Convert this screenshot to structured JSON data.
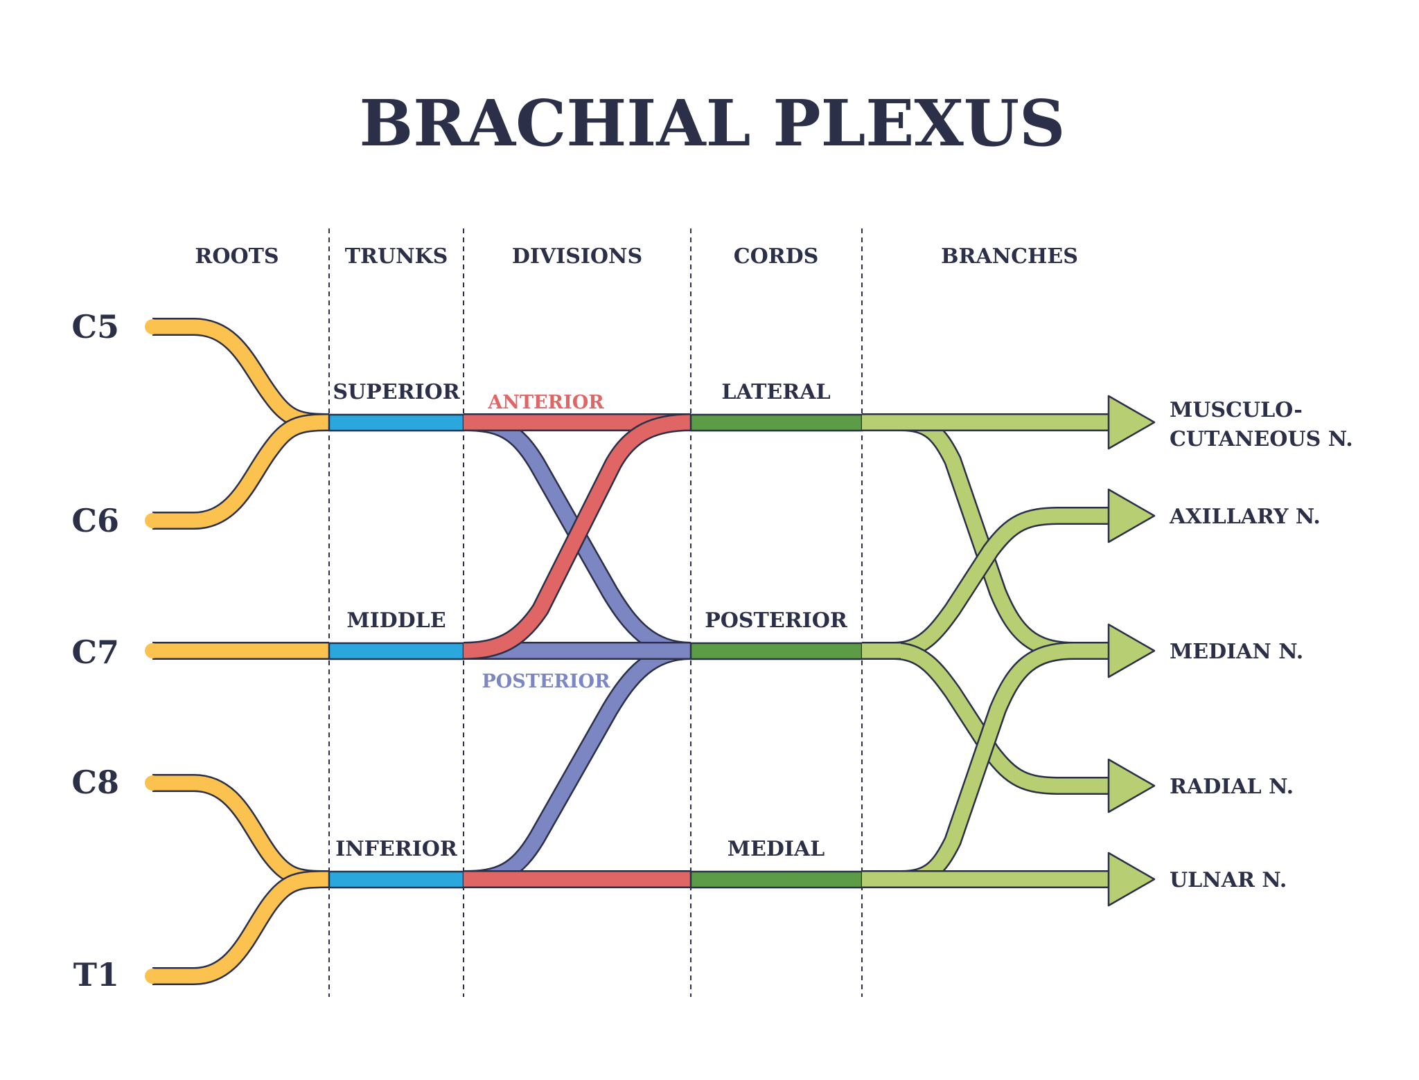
{
  "title": "BRACHIAL PLEXUS",
  "columns": {
    "roots": "ROOTS",
    "trunks": "TRUNKS",
    "divisions": "DIVISIONS",
    "cords": "CORDS",
    "branches": "BRANCHES"
  },
  "roots": [
    "C5",
    "C6",
    "C7",
    "C8",
    "T1"
  ],
  "trunks": {
    "superior": "SUPERIOR",
    "middle": "MIDDLE",
    "inferior": "INFERIOR"
  },
  "divisions": {
    "anterior": "ANTERIOR",
    "posterior": "POSTERIOR"
  },
  "cords": {
    "lateral": "LATERAL",
    "posterior": "POSTERIOR",
    "medial": "MEDIAL"
  },
  "branches": {
    "musculocutaneous_line1": "MUSCULO-",
    "musculocutaneous_line2": "CUTANEOUS N.",
    "axillary": "AXILLARY N.",
    "median": "MEDIAN N.",
    "radial": "RADIAL N.",
    "ulnar": "ULNAR N."
  },
  "colors": {
    "roots": "#fcc24f",
    "trunks": "#2aa8de",
    "anterior": "#e06565",
    "posterior": "#7b86c2",
    "cords": "#5d9c46",
    "branches": "#b7cf72",
    "outline": "#2b3048",
    "text": "#2b3048"
  }
}
